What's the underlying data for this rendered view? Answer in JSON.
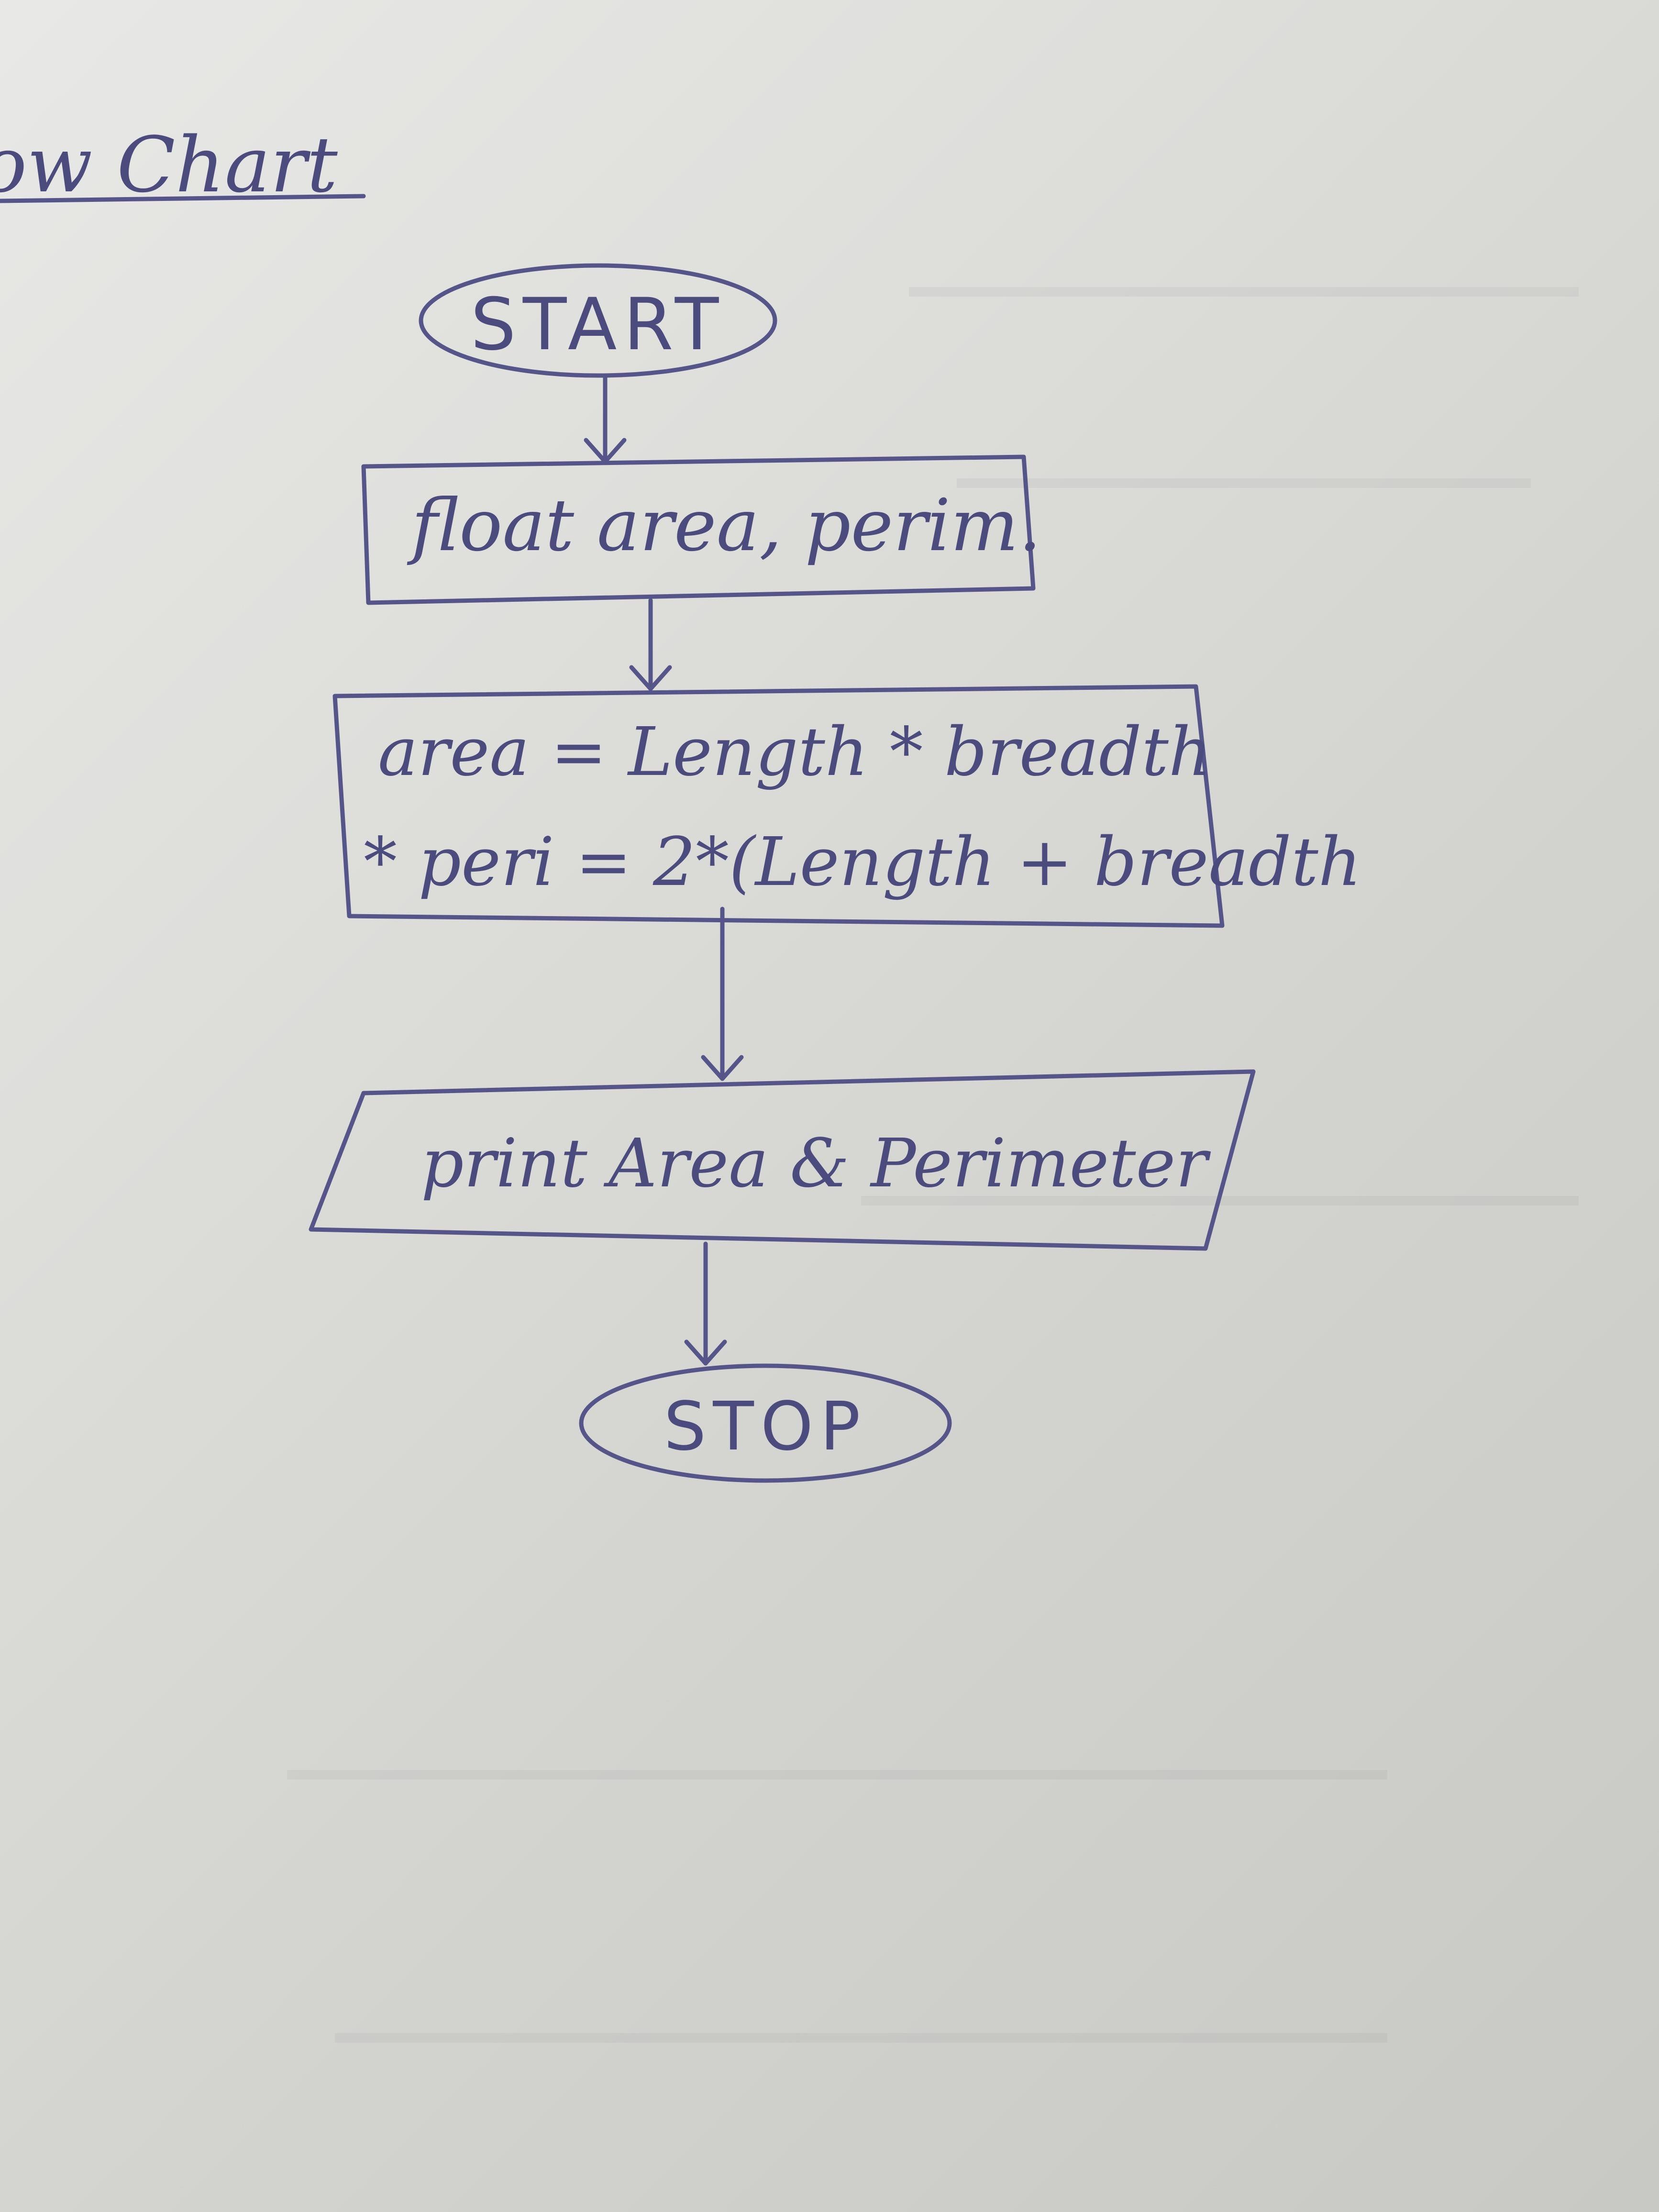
{
  "heading": "ow Chart",
  "nodes": {
    "start": "START",
    "declare": "float area, perim.",
    "process_line1": "area = Length * breadth",
    "process_line2": "* peri = 2*(Length + breadth",
    "output": "print Area & Perimeter",
    "stop": "STOP"
  },
  "colors": {
    "ink": "#4b4b7e",
    "paper": "#dcdcd9"
  }
}
